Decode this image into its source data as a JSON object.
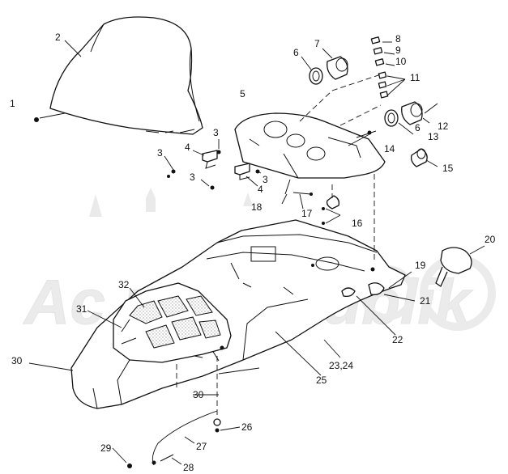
{
  "callouts": [
    {
      "id": "c1",
      "text": "1"
    },
    {
      "id": "c2",
      "text": "2"
    },
    {
      "id": "c3a",
      "text": "3"
    },
    {
      "id": "c3b",
      "text": "3"
    },
    {
      "id": "c3c",
      "text": "3"
    },
    {
      "id": "c3d",
      "text": "3"
    },
    {
      "id": "c4a",
      "text": "4"
    },
    {
      "id": "c4b",
      "text": "4"
    },
    {
      "id": "c5",
      "text": "5"
    },
    {
      "id": "c6a",
      "text": "6"
    },
    {
      "id": "c6b",
      "text": "6"
    },
    {
      "id": "c7",
      "text": "7"
    },
    {
      "id": "c8",
      "text": "8"
    },
    {
      "id": "c9",
      "text": "9"
    },
    {
      "id": "c10",
      "text": "10"
    },
    {
      "id": "c11",
      "text": "11"
    },
    {
      "id": "c12",
      "text": "12"
    },
    {
      "id": "c13",
      "text": "13"
    },
    {
      "id": "c14",
      "text": "14"
    },
    {
      "id": "c15",
      "text": "15"
    },
    {
      "id": "c16",
      "text": "16"
    },
    {
      "id": "c17",
      "text": "17"
    },
    {
      "id": "c18",
      "text": "18"
    },
    {
      "id": "c19",
      "text": "19"
    },
    {
      "id": "c20",
      "text": "20"
    },
    {
      "id": "c21",
      "text": "21"
    },
    {
      "id": "c22",
      "text": "22"
    },
    {
      "id": "c2324",
      "text": "23,24"
    },
    {
      "id": "c25",
      "text": "25"
    },
    {
      "id": "c26",
      "text": "26"
    },
    {
      "id": "c27",
      "text": "27"
    },
    {
      "id": "c28",
      "text": "28"
    },
    {
      "id": "c29",
      "text": "29"
    },
    {
      "id": "c30a",
      "text": "30"
    },
    {
      "id": "c30b",
      "text": "30"
    },
    {
      "id": "c31",
      "text": "31"
    },
    {
      "id": "c32",
      "text": "32"
    }
  ],
  "watermark": {
    "text": "Ac    rtsRepublik"
  }
}
